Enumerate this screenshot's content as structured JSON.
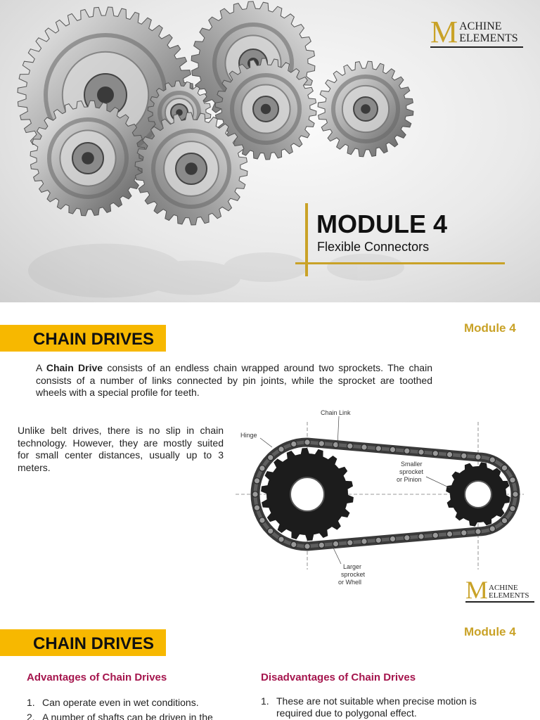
{
  "slide1": {
    "logo": {
      "letter": "M",
      "line1": "ACHINE",
      "line2": "ELEMENTS"
    },
    "title": "MODULE 4",
    "subtitle": "Flexible Connectors",
    "colors": {
      "accent": "#c9a227"
    }
  },
  "slide2": {
    "banner": "CHAIN DRIVES",
    "module_tag": "Module 4",
    "para1": {
      "prefix": "A ",
      "bold": "Chain Drive",
      "rest": " consists of an endless chain wrapped around two sprockets. The chain consists of a number of links connected by pin joints, while the sprocket are toothed wheels with a special profile for teeth."
    },
    "para2": "Unlike belt drives, there is no slip in chain technology. However, they are mostly suited for small center distances, usually up to 3 meters.",
    "diagram": {
      "chain_link": "Chain Link",
      "hinge": "Hinge",
      "smaller_1": "Smaller",
      "smaller_2": "sprocket",
      "smaller_3": "or Pinion",
      "larger_1": "Larger",
      "larger_2": "sprocket",
      "larger_3": "or Whell"
    },
    "logo": {
      "letter": "M",
      "line1": "ACHINE",
      "line2": "ELEMENTS"
    },
    "colors": {
      "banner": "#f7b800"
    }
  },
  "slide3": {
    "banner": "CHAIN DRIVES",
    "module_tag": "Module 4",
    "advantages_title": "Advantages of Chain Drives",
    "advantages": [
      {
        "num": "1.",
        "text": "Can operate even in wet conditions."
      },
      {
        "num": "2.",
        "text": "A number of shafts can be driven in the"
      }
    ],
    "disadvantages_title": "Disadvantages of Chain Drives",
    "disadvantages": [
      {
        "num": "1.",
        "text": "These are not suitable when precise motion is required due to polygonal effect."
      }
    ],
    "colors": {
      "subhead": "#a5154d"
    }
  }
}
